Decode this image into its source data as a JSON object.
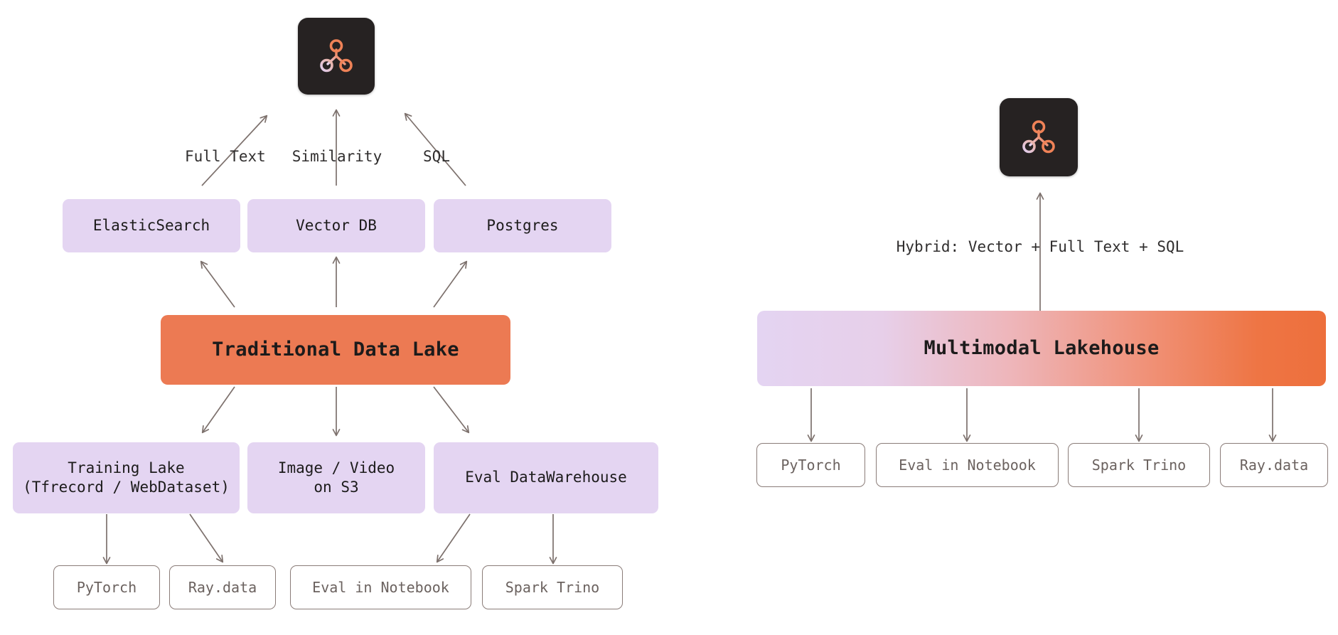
{
  "diagram": {
    "title": "Traditional Data Lake vs Multimodal Lakehouse architecture comparison",
    "background_color": "#ffffff",
    "colors": {
      "purple_fill": "#e4d5f2",
      "orange_fill": "#ec7a53",
      "gradient_start": "#e4d4f2",
      "gradient_end": "#ed6f3c",
      "outline_border": "#8a7c78",
      "outline_text": "#6b625f",
      "arrow": "#7d716d",
      "logo_tile": "#262222",
      "logo_ring_orange": "#ef8a63",
      "logo_ring_lavender": "#e3d2f0",
      "text_dark": "#1c1b1b"
    }
  },
  "left": {
    "logo": {
      "name": "brand-logo",
      "alt": "three-node graph logo"
    },
    "query_labels": [
      {
        "id": "full-text",
        "text": "Full Text"
      },
      {
        "id": "similarity",
        "text": "Similarity"
      },
      {
        "id": "sql",
        "text": "SQL"
      }
    ],
    "stores": [
      {
        "id": "elasticsearch",
        "text": "ElasticSearch"
      },
      {
        "id": "vector-db",
        "text": "Vector DB"
      },
      {
        "id": "postgres",
        "text": "Postgres"
      }
    ],
    "center": {
      "id": "traditional-data-lake",
      "text": "Traditional Data Lake"
    },
    "sinks": [
      {
        "id": "training-lake",
        "text": "Training Lake\n(Tfrecord / WebDataset)"
      },
      {
        "id": "image-video-s3",
        "text": "Image / Video\non S3"
      },
      {
        "id": "eval-datawarehouse",
        "text": "Eval DataWarehouse"
      }
    ],
    "consumers": [
      {
        "id": "pytorch",
        "text": "PyTorch"
      },
      {
        "id": "ray-data",
        "text": "Ray.data"
      },
      {
        "id": "eval-in-notebook",
        "text": "Eval in Notebook"
      },
      {
        "id": "spark-trino",
        "text": "Spark Trino"
      }
    ]
  },
  "right": {
    "logo": {
      "name": "brand-logo",
      "alt": "three-node graph logo"
    },
    "query_label": {
      "id": "hybrid",
      "text": "Hybrid: Vector + Full Text + SQL"
    },
    "center": {
      "id": "multimodal-lakehouse",
      "text": "Multimodal Lakehouse"
    },
    "consumers": [
      {
        "id": "pytorch",
        "text": "PyTorch"
      },
      {
        "id": "eval-in-notebook",
        "text": "Eval in Notebook"
      },
      {
        "id": "spark-trino",
        "text": "Spark Trino"
      },
      {
        "id": "ray-data",
        "text": "Ray.data"
      }
    ]
  }
}
